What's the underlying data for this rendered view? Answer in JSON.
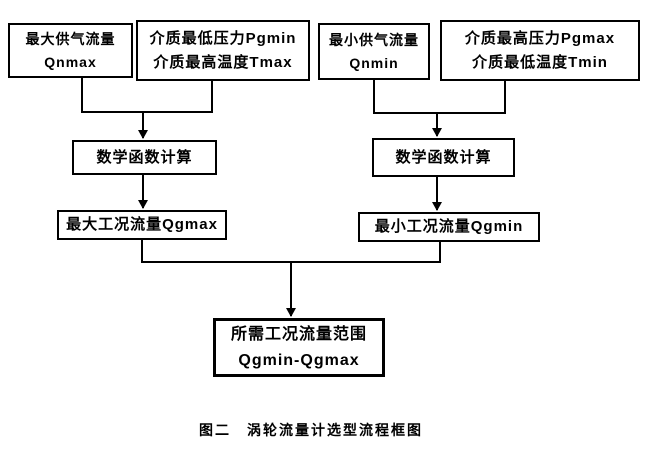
{
  "diagram": {
    "caption": "图二　涡轮流量计选型流程框图",
    "boxes": {
      "max_supply_flow": {
        "line1": "最大供气流量",
        "line2": "Qnmax"
      },
      "min_pressure_max_temp": {
        "line1": "介质最低压力Pgmin",
        "line2": "介质最高温度Tmax"
      },
      "min_supply_flow": {
        "line1": "最小供气流量",
        "line2": "Qnmin"
      },
      "max_pressure_min_temp": {
        "line1": "介质最高压力Pgmax",
        "line2": "介质最低温度Tmin"
      },
      "math_calc_left": {
        "label": "数学函数计算"
      },
      "math_calc_right": {
        "label": "数学函数计算"
      },
      "max_working_flow": {
        "label": "最大工况流量Qgmax"
      },
      "min_working_flow": {
        "label": "最小工况流量Qgmin"
      },
      "required_flow_range": {
        "line1": "所需工况流量范围",
        "line2": "Qgmin-Qgmax"
      }
    },
    "colors": {
      "background": "#ffffff",
      "line": "#000000",
      "box_border": "#000000",
      "text": "#000000"
    }
  }
}
